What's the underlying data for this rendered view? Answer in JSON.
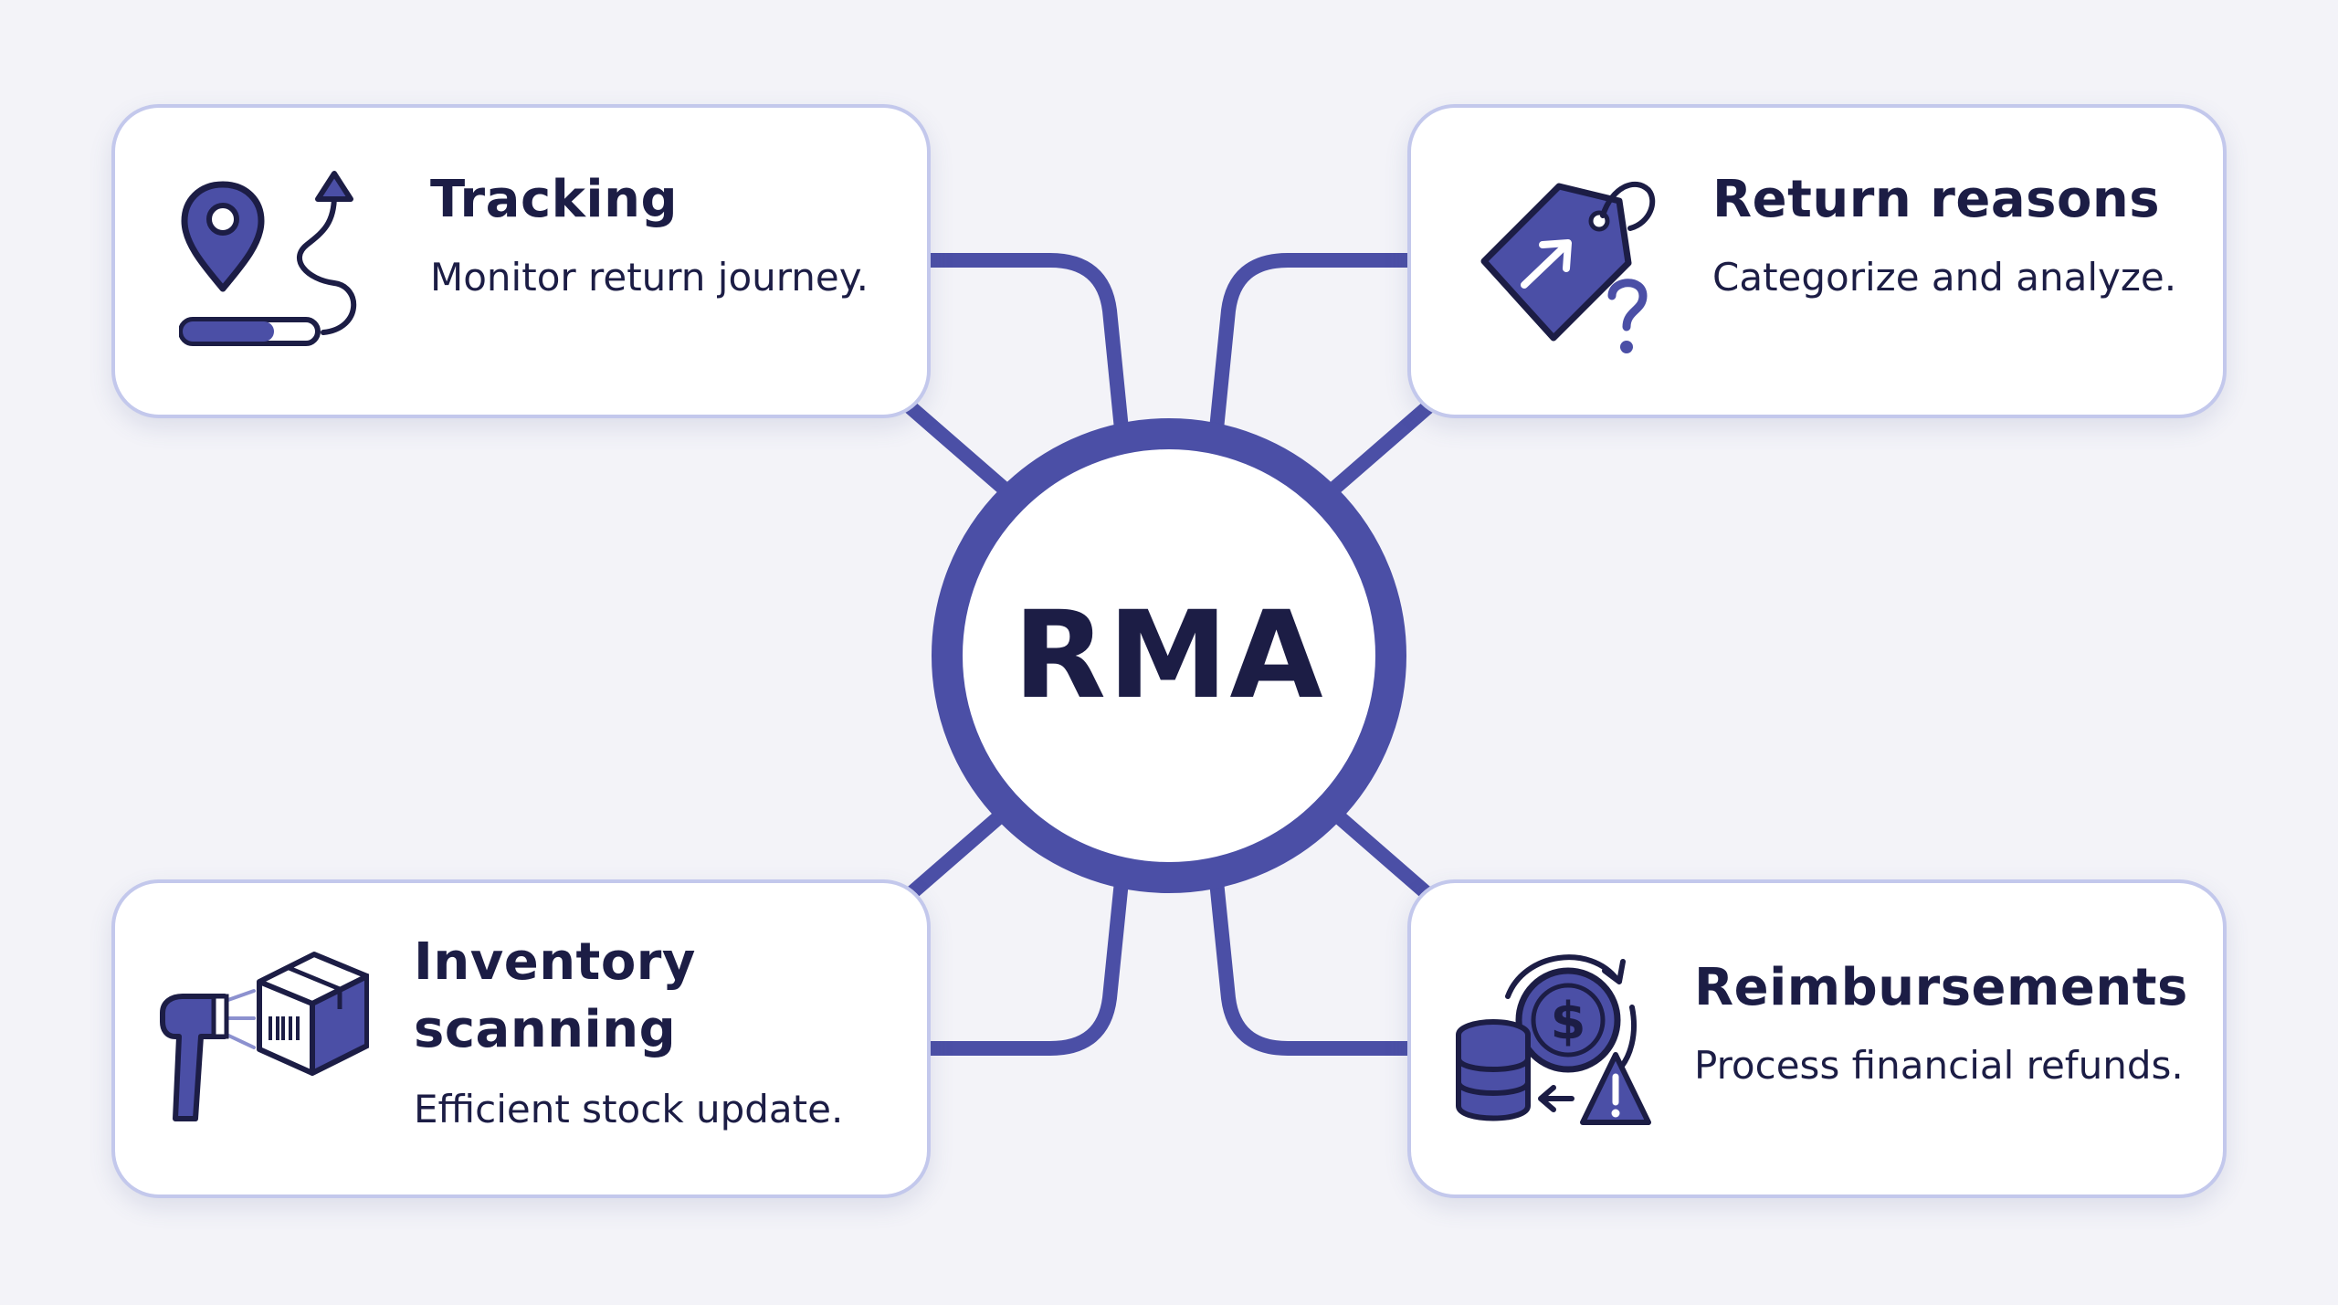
{
  "colors": {
    "background": "#f3f3f8",
    "accent": "#4b4fa6",
    "text": "#1c1d45",
    "card_border": "#c3c8ec",
    "card_fill": "#ffffff"
  },
  "hub": {
    "label": "RMA"
  },
  "cards": {
    "tracking": {
      "title": "Tracking",
      "description": "Monitor return journey.",
      "icon": "location-pin-route-icon"
    },
    "return_reasons": {
      "title": "Return reasons",
      "description": "Categorize and analyze.",
      "icon": "price-tag-question-icon"
    },
    "inventory_scanning": {
      "title": "Inventory scanning",
      "description": "Efficient stock update.",
      "icon": "barcode-scanner-box-icon"
    },
    "reimbursements": {
      "title": "Reimbursements",
      "description": "Process financial refunds.",
      "icon": "coins-refund-warning-icon"
    }
  }
}
